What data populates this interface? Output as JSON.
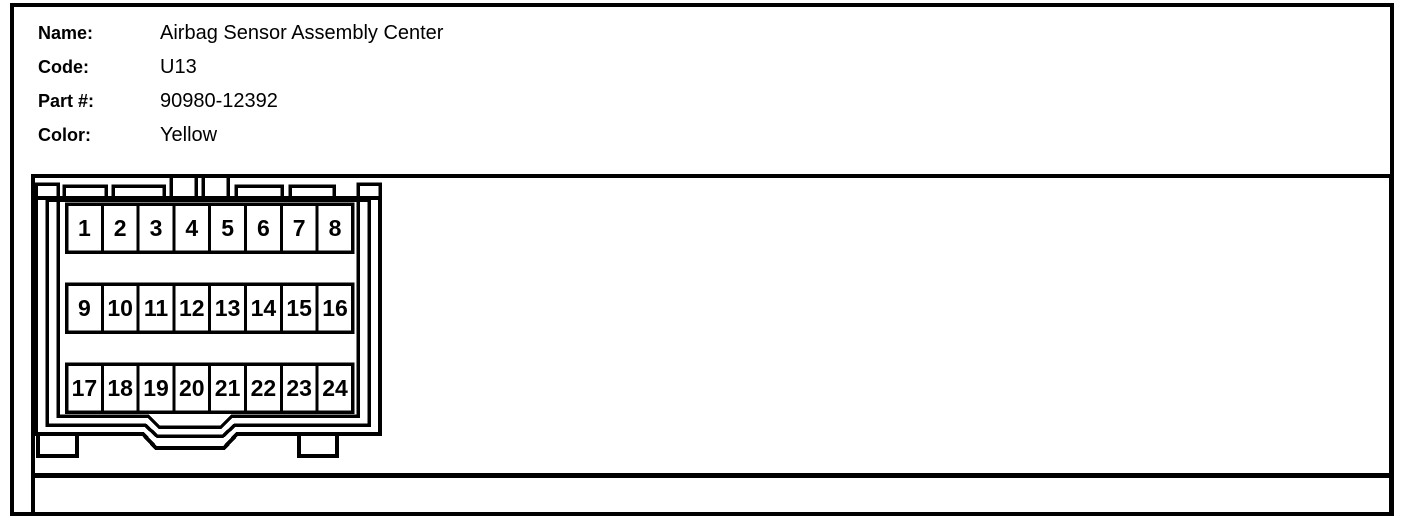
{
  "header": {
    "fields": [
      {
        "label": "Name:",
        "value": "Airbag Sensor Assembly Center"
      },
      {
        "label": "Code:",
        "value": "U13"
      },
      {
        "label": "Part #:",
        "value": "90980-12392"
      },
      {
        "label": "Color:",
        "value": "Yellow"
      }
    ]
  },
  "connector": {
    "pin_rows": [
      [
        "1",
        "2",
        "3",
        "4",
        "5",
        "6",
        "7",
        "8"
      ],
      [
        "9",
        "10",
        "11",
        "12",
        "13",
        "14",
        "15",
        "16"
      ],
      [
        "17",
        "18",
        "19",
        "20",
        "21",
        "22",
        "23",
        "24"
      ]
    ],
    "pin_count": 24,
    "rows": 3,
    "pins_per_row": 8
  },
  "colors": {
    "ink": "#000000",
    "background": "#ffffff"
  }
}
